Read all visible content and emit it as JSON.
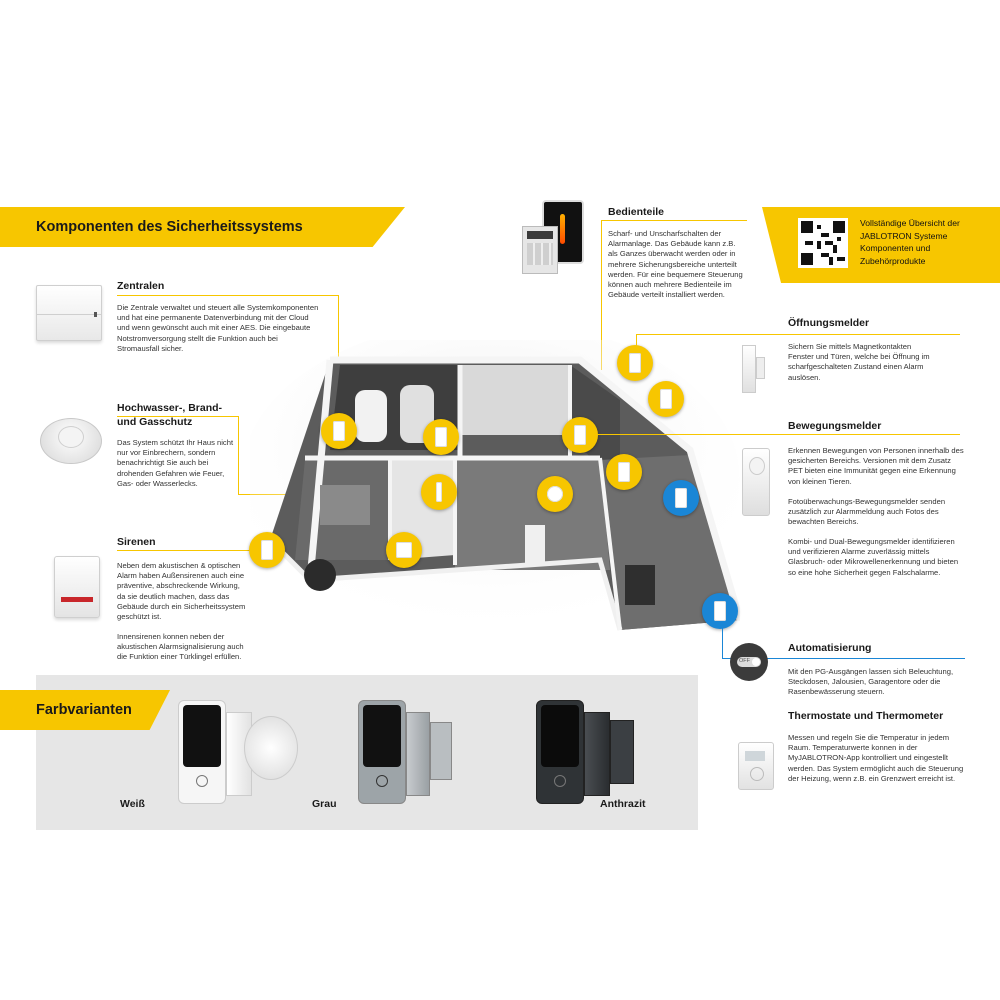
{
  "header": {
    "title": "Komponenten des Sicherheitssystems",
    "info": "Vollständige Übersicht der JABLOTRON Systeme Komponenten und Zubehörprodukte"
  },
  "sections": {
    "zentralen": {
      "title": "Zentralen",
      "text": "Die Zentrale verwaltet und steuert alle Systemkomponenten und hat eine permanente Datenverbindung mit der Cloud und wenn gewünscht auch mit einer AES. Die eingebaute Notstromversorgung stellt die Funktion auch bei Stromausfall sicher."
    },
    "hochwasser": {
      "title": "Hochwasser-, Brand- und Gasschutz",
      "text": "Das System schützt Ihr Haus nicht nur vor Einbrechern, sondern benachrichtigt Sie auch bei drohenden Gefahren wie Feuer, Gas- oder Wasserlecks."
    },
    "sirenen": {
      "title": "Sirenen",
      "text1": "Neben dem akustischen & optischen Alarm haben Außensirenen auch eine präventive, abschreckende Wirkung, da sie deutlich machen, dass das Gebäude durch ein Sicherheitssystem geschützt ist.",
      "text2": "Innensirenen konnen neben der akustischen Alarmsignalisierung auch die Funktion einer Türklingel erfüllen."
    },
    "bedienteile": {
      "title": "Bedienteile",
      "text": "Scharf- und Unscharfschalten der Alarmanlage. Das Gebäude kann z.B. als Ganzes überwacht werden oder in mehrere Sicherungsbereiche unterteilt werden. Für eine bequemere Steuerung können auch mehrere Bedienteile im Gebäude verteilt installiert werden."
    },
    "oeffnung": {
      "title": "Öffnungsmelder",
      "text": "Sichern Sie mittels Magnetkontakten Fenster und Türen, welche bei Öffnung im scharfgeschalteten Zustand einen Alarm auslösen."
    },
    "bewegung": {
      "title": "Bewegungsmelder",
      "text1": "Erkennen Bewegungen von Personen innerhalb des gesicherten Bereichs. Versionen mit dem Zusatz PET bieten eine Immunität gegen eine Erkennung von kleinen Tieren.",
      "text2": "Fotoüberwachungs-Bewegungsmelder senden zusätzlich zur Alarmmeldung auch Fotos des bewachten Bereichs.",
      "text3": "Kombi- und Dual-Bewegungsmelder identifizieren und verifizieren Alarme zuverlässig mittels Glasbruch- oder Mikrowellenerkennung und bieten so eine hohe Sicherheit gegen Falschalarme."
    },
    "automatisierung": {
      "title": "Automatisierung",
      "text": "Mit den PG-Ausgängen lassen sich Beleuchtung, Steckdosen, Jalousien, Garagentore oder die Rasenbewässerung steuern."
    },
    "thermostate": {
      "title": "Thermostate und Thermometer",
      "text": "Messen und regeln Sie die Temperatur in jedem Raum. Temperaturwerte konnen in der MyJABLOTRON-App kontrolliert und eingestellt werden. Das System ermöglicht auch die Steuerung der Heizung, wenn z.B. ein Grenzwert erreicht ist."
    }
  },
  "farbvarianten": {
    "title": "Farbvarianten",
    "variants": [
      "Weiß",
      "Grau",
      "Anthrazit"
    ]
  },
  "toggle_label": "OFF",
  "colors": {
    "accent": "#f7c600",
    "blue": "#1a86d6",
    "panel": "#e6e6e6"
  }
}
